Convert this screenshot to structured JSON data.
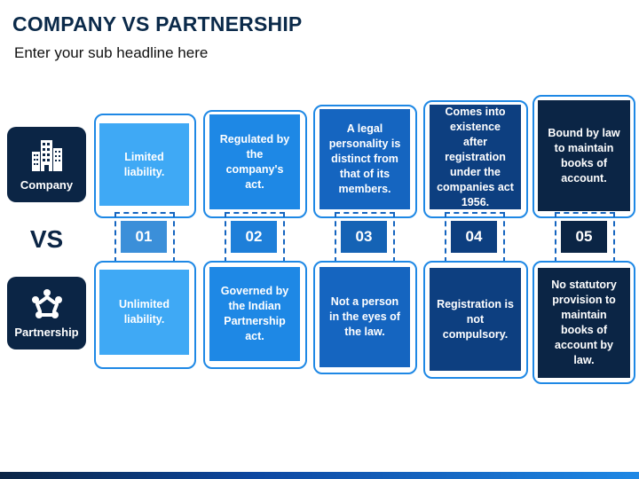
{
  "title": "COMPANY VS PARTNERSHIP",
  "subtitle": "Enter your sub headline here",
  "left": {
    "company_label": "Company",
    "vs_label": "VS",
    "partnership_label": "Partnership",
    "company_icon": "building-icon",
    "partnership_icon": "handshake-circle-icon"
  },
  "colors": {
    "navy": "#0b2545",
    "outline": "#1e88e5",
    "col1": "#3fa9f5",
    "col2": "#1e88e5",
    "col3": "#1565c0",
    "col4": "#0d3f80",
    "col5": "#0b2545"
  },
  "columns": [
    {
      "number": "01",
      "company": "Limited liability.",
      "partnership": "Unlimited liability."
    },
    {
      "number": "02",
      "company": "Regulated by the company's act.",
      "partnership": "Governed by the Indian Partnership act."
    },
    {
      "number": "03",
      "company": "A legal personality is distinct from that of its members.",
      "partnership": "Not a person in the eyes of the law."
    },
    {
      "number": "04",
      "company": "Comes into existence after registration under the companies act 1956.",
      "partnership": "Registration is not compulsory."
    },
    {
      "number": "05",
      "company": "Bound by law to maintain books of account.",
      "partnership": "No statutory provision to maintain books of account by law."
    }
  ]
}
